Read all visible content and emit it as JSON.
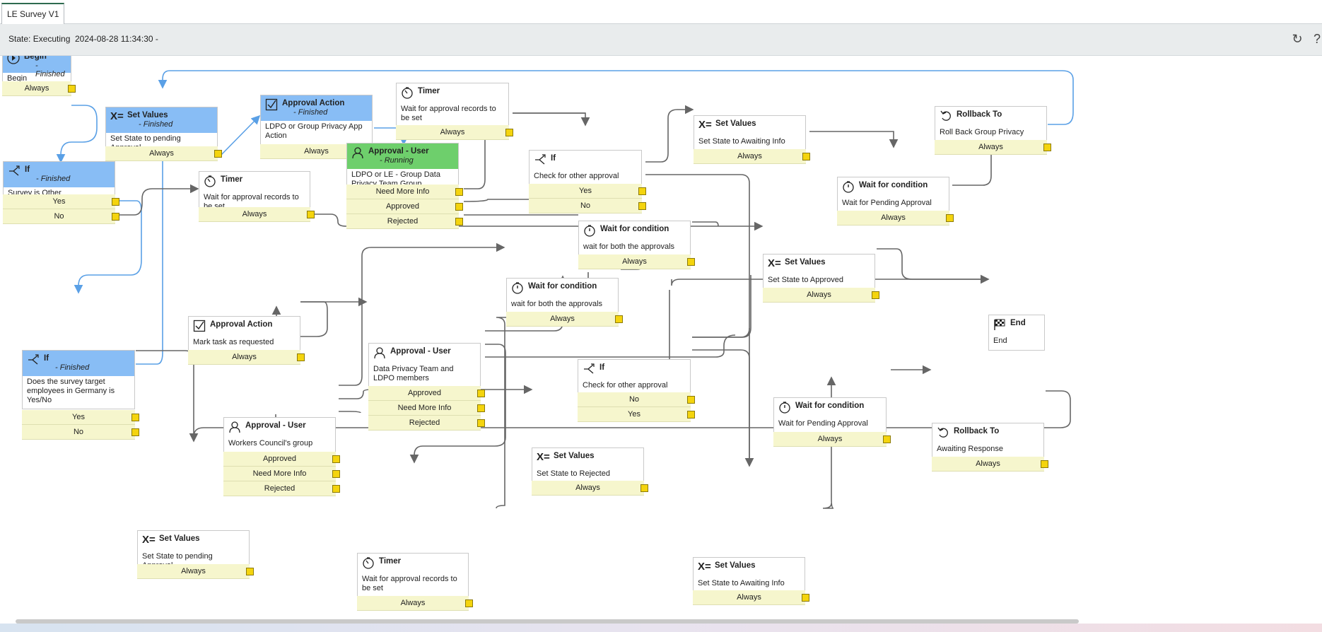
{
  "tab": {
    "label": "LE Survey V1"
  },
  "state": {
    "text": "State: Executing",
    "timestamp": "2024-08-28 11:34:30 -"
  },
  "toolbar": {
    "refresh_icon": "refresh-icon",
    "help_icon": "help-icon"
  },
  "colors": {
    "finished": "#88bdf5",
    "running": "#6ecf6c",
    "exit_bg": "#f6f6cd",
    "port": "#f4d40e",
    "edge_active": "#5aa0e6",
    "edge": "#666666"
  },
  "nodes": {
    "begin": {
      "title": "Begin",
      "status": "- Finished",
      "desc": "Begin",
      "exits": [
        "Always"
      ]
    },
    "set_values_1": {
      "title": "Set Values",
      "status": "- Finished",
      "desc": "Set State to pending Approval",
      "exits": [
        "Always"
      ]
    },
    "approval_action_1": {
      "title": "Approval Action",
      "status": "- Finished",
      "desc": "LDPO or Group Privacy App Action",
      "exits": [
        "Always"
      ]
    },
    "timer_1": {
      "title": "Timer",
      "desc": "Wait for approval records to be set",
      "exits": [
        "Always"
      ]
    },
    "if_check_1": {
      "title": "If",
      "desc": "Check for other approval",
      "exits": [
        "Yes",
        "No"
      ]
    },
    "set_values_await_1": {
      "title": "Set Values",
      "desc": "Set State to Awaiting Info",
      "exits": [
        "Always"
      ]
    },
    "rollback_1": {
      "title": "Rollback To",
      "desc": "Roll Back Group Privacy",
      "exits": [
        "Always"
      ]
    },
    "wait_pending_1": {
      "title": "Wait for condition",
      "desc": "Wait for Pending Approval",
      "exits": [
        "Always"
      ]
    },
    "if_survey": {
      "title": "If",
      "status": "- Finished",
      "desc": "Survey is Other",
      "exits": [
        "Yes",
        "No"
      ]
    },
    "timer_2": {
      "title": "Timer",
      "desc": "Wait for approval records to be set",
      "exits": [
        "Always"
      ]
    },
    "approval_user_1": {
      "title": "Approval - User",
      "status": "- Running",
      "desc": "LDPO or LE - Group Data Privacy Team Group",
      "exits": [
        "Need More Info",
        "Approved",
        "Rejected"
      ]
    },
    "wait_both_1": {
      "title": "Wait for condition",
      "desc": "wait for both the approvals",
      "exits": [
        "Always"
      ]
    },
    "set_values_approved": {
      "title": "Set Values",
      "desc": "Set State to Approved",
      "exits": [
        "Always"
      ]
    },
    "wait_both_2": {
      "title": "Wait for condition",
      "desc": "wait for both the approvals",
      "exits": [
        "Always"
      ]
    },
    "end": {
      "title": "End",
      "desc": "End"
    },
    "approval_action_2": {
      "title": "Approval Action",
      "desc": "Mark task as requested",
      "exits": [
        "Always"
      ]
    },
    "if_germany": {
      "title": "If",
      "status": "- Finished",
      "desc": "Does the survey target employees in Germany is Yes/No",
      "exits": [
        "Yes",
        "No"
      ]
    },
    "approval_user_2": {
      "title": "Approval - User",
      "desc": "Data Privacy Team and LDPO members",
      "exits": [
        "Approved",
        "Need More Info",
        "Rejected"
      ]
    },
    "if_check_2": {
      "title": "If",
      "desc": "Check for other approval",
      "exits": [
        "No",
        "Yes"
      ]
    },
    "wait_pending_2": {
      "title": "Wait for condition",
      "desc": "Wait for Pending Approval",
      "exits": [
        "Always"
      ]
    },
    "rollback_2": {
      "title": "Rollback To",
      "desc": "Awaiting Response",
      "exits": [
        "Always"
      ]
    },
    "approval_user_3": {
      "title": "Approval - User",
      "desc": "Workers Council's group",
      "exits": [
        "Approved",
        "Need More Info",
        "Rejected"
      ]
    },
    "set_values_rejected": {
      "title": "Set Values",
      "desc": "Set State to Rejected",
      "exits": [
        "Always"
      ]
    },
    "set_values_2": {
      "title": "Set Values",
      "desc": "Set State to pending Approval",
      "exits": [
        "Always"
      ]
    },
    "timer_3": {
      "title": "Timer",
      "desc": "Wait for approval records to be set",
      "exits": [
        "Always"
      ]
    },
    "set_values_await_2": {
      "title": "Set Values",
      "desc": "Set State to Awaiting Info",
      "exits": [
        "Always"
      ]
    }
  }
}
